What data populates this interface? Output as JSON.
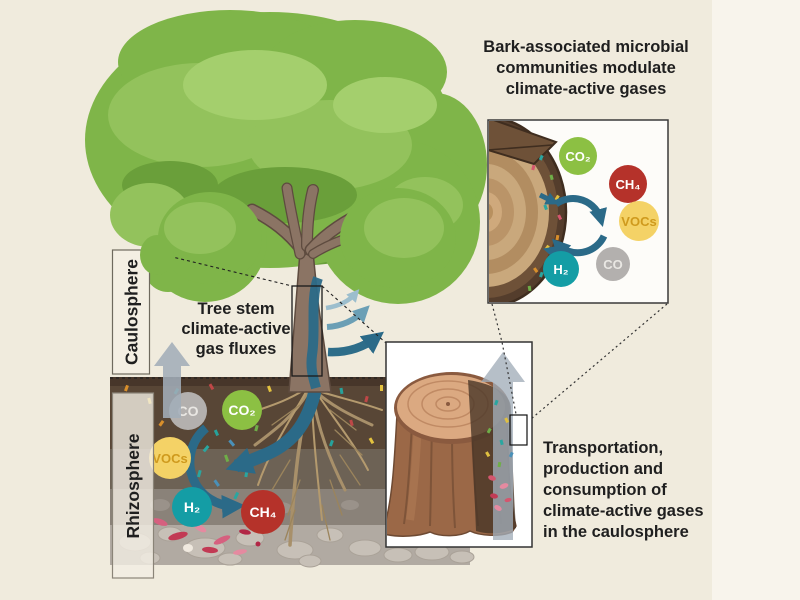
{
  "figure": {
    "bark_title": {
      "line1": "Bark-associated microbial",
      "line2": "communities modulate",
      "line3": "climate-active gases"
    },
    "stem_flux_label": {
      "line1": "Tree stem",
      "line2": "climate-active",
      "line3": "gas fluxes"
    },
    "caulosphere_caption": {
      "line1": "Transportation,",
      "line2": "production and",
      "line3": "consumption of",
      "line4": "climate-active gases",
      "line5": "in the caulosphere"
    },
    "zone_labels": {
      "caulosphere": "Caulosphere",
      "rhizosphere": "Rhizosphere"
    }
  },
  "gas_legend": {
    "co2": {
      "label": "CO₂",
      "color": "#8cc043",
      "text_color": "#ffffff"
    },
    "ch4": {
      "label": "CH₄",
      "color": "#b5322a",
      "text_color": "#ffffff"
    },
    "vocs": {
      "label": "VOCs",
      "color": "#f4d266",
      "text_color": "#cf9a1d"
    },
    "co": {
      "label": "CO",
      "color": "#b3b0ae",
      "text_color": "#e9e7e3"
    },
    "h2": {
      "label": "H₂",
      "color": "#149da5",
      "text_color": "#ffffff"
    }
  },
  "cycles": {
    "bark_inset_gases": [
      "CO₂",
      "CH₄",
      "VOCs",
      "CO",
      "H₂"
    ],
    "rhizosphere_gases": [
      "CO",
      "CO₂",
      "VOCs",
      "H₂",
      "CH₄"
    ]
  },
  "colors": {
    "flux_arrow": "#2b6a88",
    "efflux_arrow_gray": "#a2adb8",
    "background": "#f0ebdd"
  }
}
